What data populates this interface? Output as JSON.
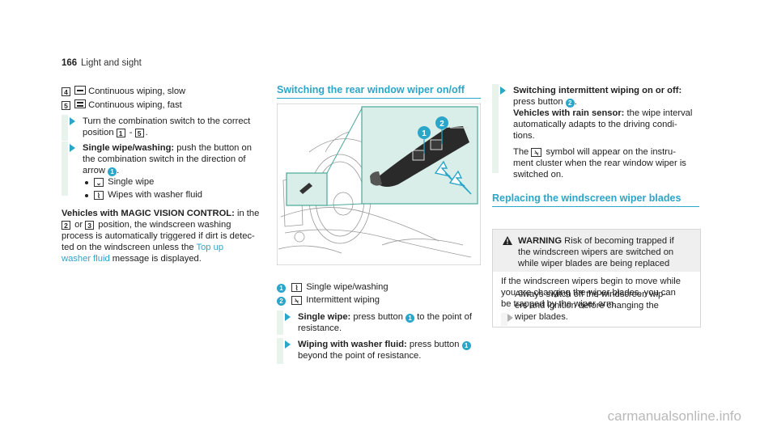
{
  "header": {
    "page_number": "166",
    "section": "Light and sight"
  },
  "col1": {
    "item4": {
      "key": "4",
      "text": "Continuous wiping, slow"
    },
    "item5": {
      "key": "5",
      "text": "Continuous wiping, fast"
    },
    "step1": {
      "line1": "Turn the combination switch to the correct",
      "line2_pre": "position",
      "key_a": "1",
      "dash": " - ",
      "key_b": "5",
      "period": "."
    },
    "step2": {
      "bold": "Single wipe/washing:",
      "rest": " push the button on",
      "line2": "the combination switch in the direction of",
      "line3": "arrow",
      "num": "1",
      "period": ".",
      "sub1": "Single wipe",
      "sub2": "Wipes with washer fluid"
    },
    "vehicles": {
      "bold": "Vehicles with MAGIC VISION CONTROL:",
      "rest": " in the",
      "line2_key_a": "2",
      "line2_or": " or ",
      "line2_key_b": "3",
      "line2_rest": " position, the windscreen washing",
      "line3": "process is automatically triggered if dirt is detec-",
      "line4_pre": "ted on the windscreen unless the ",
      "link1": "Top up",
      "link2": "washer fluid",
      "line5_rest": " message is displayed."
    }
  },
  "col2": {
    "title": "Switching the rear window wiper on/off",
    "figure": {
      "label1": "1",
      "label2": "2"
    },
    "legend1": {
      "num": "1",
      "text": "Single wipe/washing"
    },
    "legend2": {
      "num": "2",
      "text": "Intermittent wiping"
    },
    "step1": {
      "bold": "Single wipe:",
      "rest": " press button",
      "num": "1",
      "rest2": " to the point of",
      "line2": "resistance."
    },
    "step2": {
      "bold": "Wiping with washer fluid:",
      "rest": " press button",
      "num": "1",
      "line2": "beyond the point of resistance."
    }
  },
  "col3": {
    "step": {
      "bold": "Switching intermittent wiping on or off:",
      "line2_pre": "press button",
      "num": "2",
      "period": ".",
      "bold2": "Vehicles with rain sensor:",
      "rest2": " the wipe interval",
      "line4": "automatically adapts to the driving condi-",
      "line5": "tions.",
      "line6_pre": "The",
      "line6_rest": " symbol will appear on the instru-",
      "line7": "ment cluster when the rear window wiper is",
      "line8": "switched on."
    },
    "title": "Replacing the windscreen wiper blades",
    "warning": {
      "label": "WARNING",
      "line1": " Risk of becoming trapped if",
      "line2": "the windscreen wipers are switched on",
      "line3": "while wiper blades are being replaced",
      "body1": "If the windscreen wipers begin to move while",
      "body2": "you are changing the wiper blades, you can",
      "body3": "be trapped by the wiper arm.",
      "step1": "Always switch off the windscreen wip-",
      "step2": "ers and ignition before changing the",
      "step3": "wiper blades."
    }
  },
  "footer": {
    "watermark": "carmanualsonline.info"
  },
  "colors": {
    "accent": "#2aa6c9",
    "bar": "#e8f3ec"
  }
}
